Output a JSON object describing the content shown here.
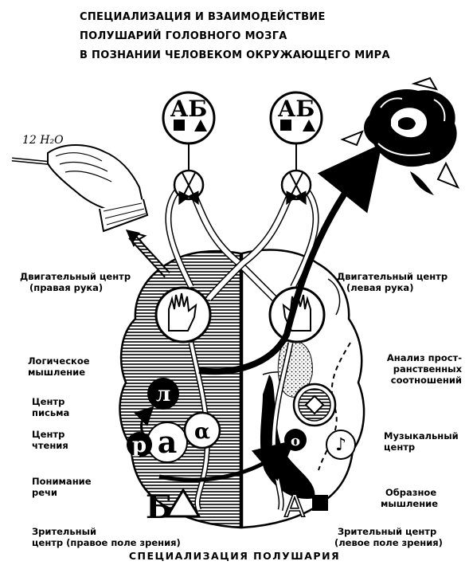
{
  "title": {
    "line1": "СПЕЦИАЛИЗАЦИЯ И ВЗАИМОДЕЙСТВИЕ",
    "line2": "ПОЛУШАРИЙ ГОЛОВНОГО МОЗГА",
    "line3": "В ПОЗНАНИИ ЧЕЛОВЕКОМ ОКРУЖАЮЩЕГО МИРА"
  },
  "hand_note": "12 H₂O",
  "symbols": {
    "eye_left": "АБ",
    "eye_right": "АБ",
    "letter_l": "л",
    "letter_r": "р",
    "letter_a": "а",
    "letter_alpha": "α",
    "letter_o": "о",
    "bottom_left_letter": "Б",
    "bottom_right_letter": "А",
    "note_symbol": "♪"
  },
  "labels_left": {
    "motor_right_hand_1": "Двигательный центр",
    "motor_right_hand_2": "(правая рука)",
    "logic_1": "Логическое",
    "logic_2": "мышление",
    "writing_1": "Центр",
    "writing_2": "письма",
    "reading_1": "Центр",
    "reading_2": "чтения",
    "speech_1": "Понимание",
    "speech_2": "речи",
    "visual_1": "Зрительный",
    "visual_2": "центр (правое поле зрения)"
  },
  "labels_right": {
    "motor_left_hand_1": "Двигательный центр",
    "motor_left_hand_2": "(левая рука)",
    "spatial_1": "Анализ прост-",
    "spatial_2": "ранственных",
    "spatial_3": "соотношений",
    "music_1": "Музыкальный",
    "music_2": "центр",
    "imagery_1": "Образное",
    "imagery_2": "мышление",
    "visual_1": "Зрительный центр",
    "visual_2": "(левое поле зрения)"
  },
  "footer": "СПЕЦИАЛИЗАЦИЯ ПОЛУШАРИЯ"
}
